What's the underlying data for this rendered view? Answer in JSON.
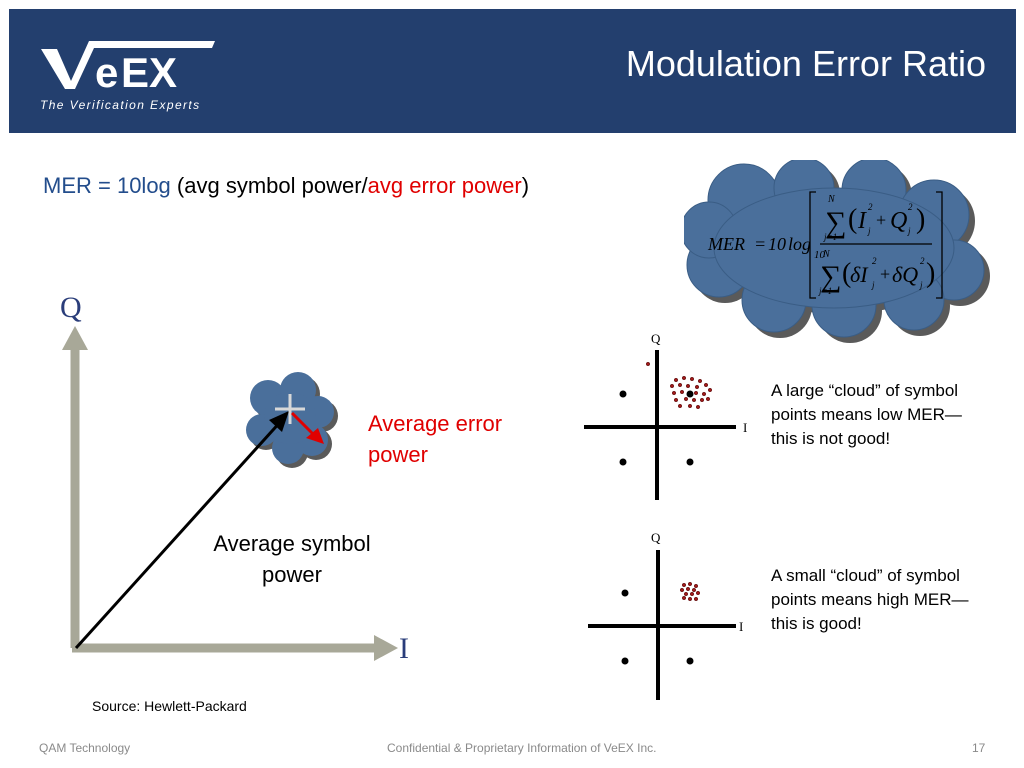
{
  "header": {
    "logo_text": "VeEX",
    "tagline": "The Verification Experts",
    "title": "Modulation Error Ratio"
  },
  "formula": {
    "prefix": "MER = 10log",
    "open": " (avg symbol power/",
    "error_part": "avg error power",
    "close": ")"
  },
  "cloud_formula": {
    "lhs": "MER",
    "eq": "=",
    "coef": "10",
    "log": "log",
    "sub": "10"
  },
  "diagram": {
    "q_label": "Q",
    "i_label": "I",
    "error_label_1": "Average error",
    "error_label_2": "power",
    "symbol_label_1": "Average symbol",
    "symbol_label_2": "power"
  },
  "constellation_large": {
    "q_label": "Q",
    "i_label": "I",
    "note": "A large “cloud” of symbol points means low MER—this is not good!"
  },
  "constellation_small": {
    "q_label": "Q",
    "i_label": "I",
    "note": "A small “cloud” of symbol points means high MER—this is good!"
  },
  "source": "Source: Hewlett-Packard",
  "footer": {
    "left": "QAM Technology",
    "center": "Confidential & Proprietary Information of VeEX Inc.",
    "page": "17"
  },
  "colors": {
    "header_bg": "#233f6e",
    "cloud_fill": "#4a6f9b",
    "error_red": "#e00000",
    "formula_blue": "#234d8c",
    "axis_gray": "#a8a898",
    "point_red": "#a01818"
  }
}
